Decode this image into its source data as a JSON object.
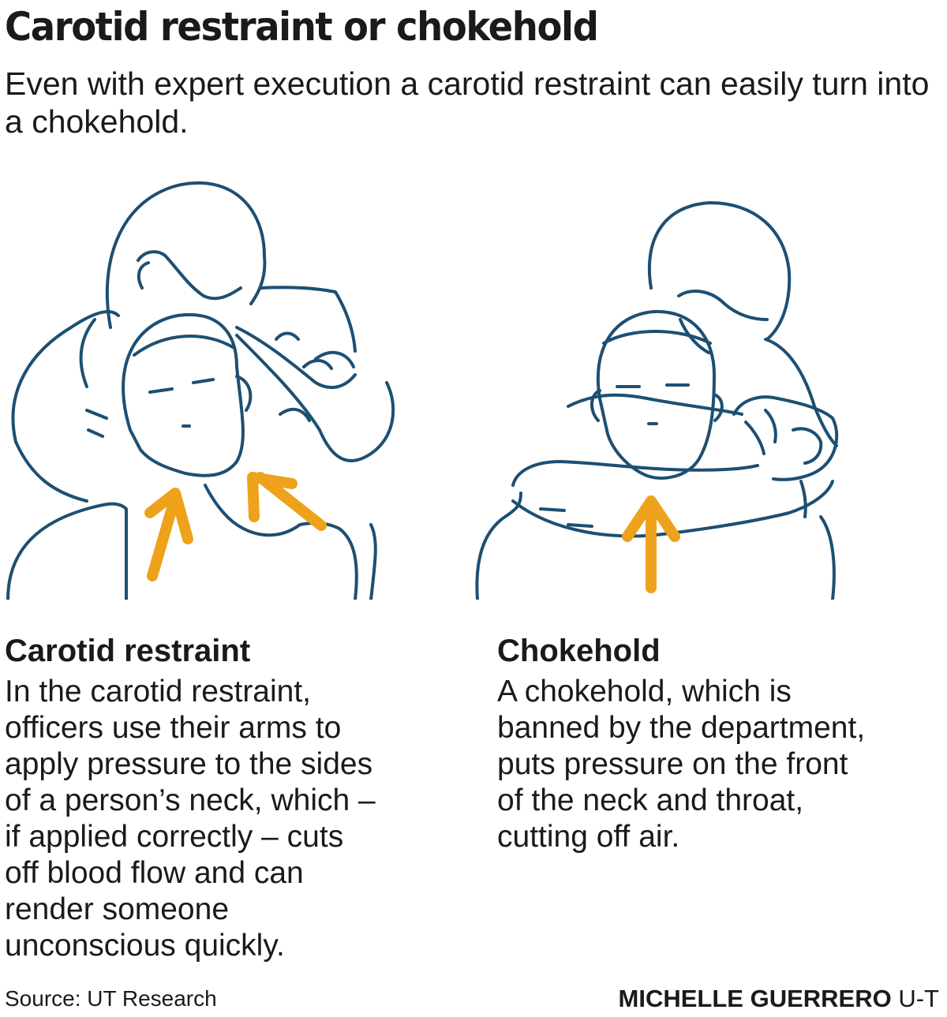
{
  "header": {
    "title": "Carotid restraint or chokehold",
    "subtitle": "Even with expert execution a carotid restraint can easily turn into a chokehold."
  },
  "colors": {
    "line_art": "#1d4f73",
    "arrow": "#eea21c",
    "text": "#1a1a1a",
    "background": "#ffffff"
  },
  "panels": [
    {
      "heading": "Carotid restraint",
      "body": "In the carotid restraint,\nofficers use their arms to\napply pressure to the sides\nof a person’s neck, which –\nif applied correctly –  cuts\noff blood flow and can\nrender someone\nunconscious quickly.",
      "illustration": "officer-applying-carotid-restraint",
      "arrows": 2
    },
    {
      "heading": "Chokehold",
      "body": "A chokehold, which is\nbanned by the department,\nputs pressure on the front\nof the neck and throat,\ncutting off air.",
      "illustration": "officer-applying-chokehold",
      "arrows": 1
    }
  ],
  "footer": {
    "source": "Source: UT Research",
    "credit_name": "MICHELLE GUERRERO",
    "credit_org": "U-T"
  }
}
